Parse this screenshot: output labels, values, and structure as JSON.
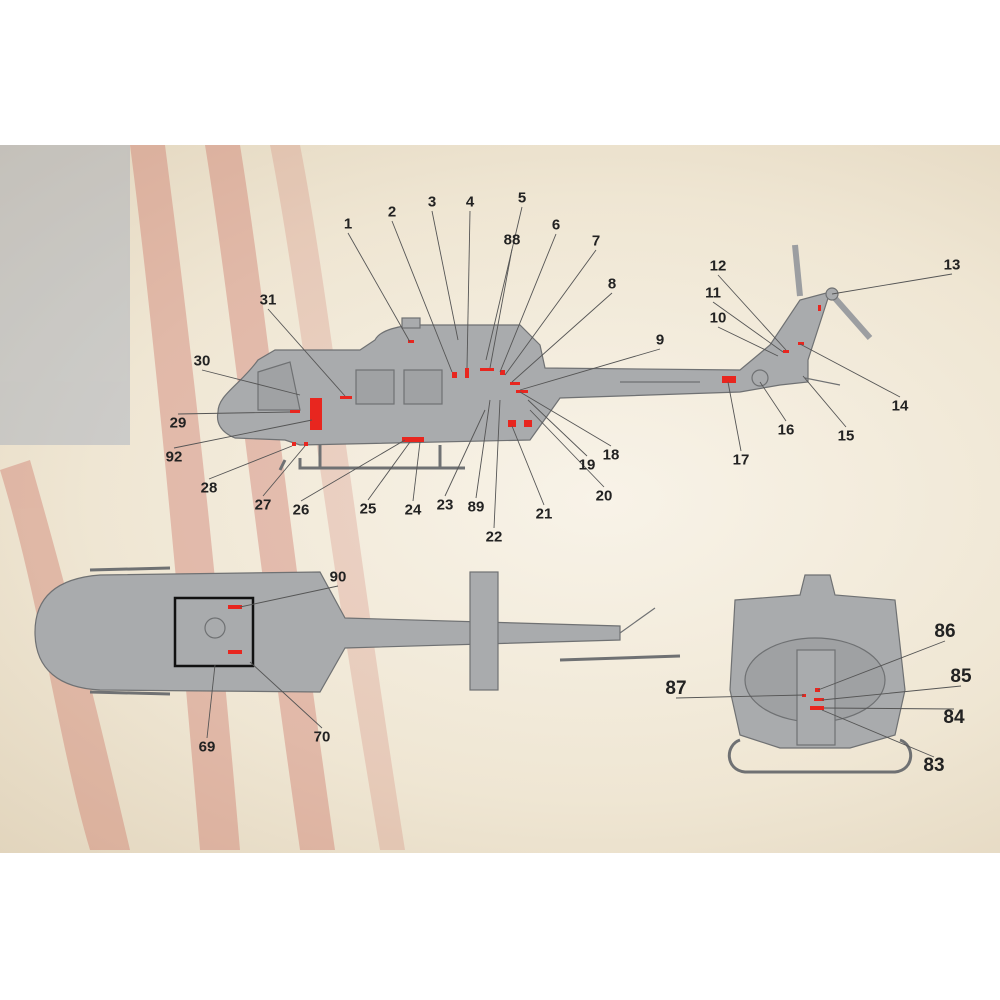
{
  "side_view": {
    "callouts": [
      "1",
      "2",
      "3",
      "4",
      "5",
      "88",
      "6",
      "7",
      "8",
      "9",
      "12",
      "13",
      "11",
      "10",
      "14",
      "15",
      "16",
      "17",
      "31",
      "30",
      "29",
      "92",
      "28",
      "27",
      "26",
      "25",
      "24",
      "23",
      "89",
      "22",
      "21",
      "20",
      "19",
      "18"
    ]
  },
  "top_view": {
    "callouts": [
      "90",
      "69",
      "70"
    ]
  },
  "front_view": {
    "callouts": [
      "86",
      "85",
      "87",
      "84",
      "83"
    ]
  },
  "colors": {
    "fuselage": "#a9abad",
    "outline": "#6f7173",
    "decal": "#e8261f",
    "paper": "#efe6d3"
  }
}
